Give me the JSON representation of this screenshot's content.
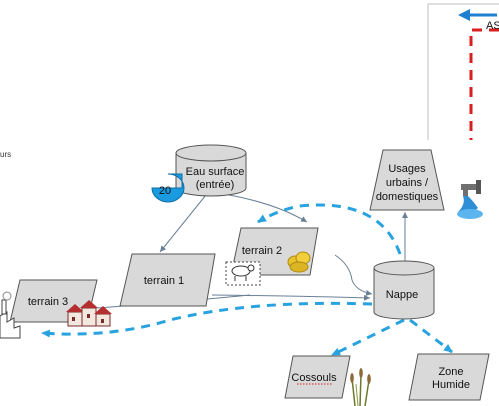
{
  "fragments": {
    "asa": "ASA",
    "left_partial": "urs"
  },
  "nodes": {
    "eau_surface_line1": "Eau surface",
    "eau_surface_line2": "(entrée)",
    "badge_value": "20",
    "usages_line1": "Usages",
    "usages_line2": "urbains /",
    "usages_line3": "domestiques",
    "terrain1": "terrain 1",
    "terrain2": "terrain 2",
    "terrain3": "terrain 3",
    "nappe": "Nappe",
    "cossouls": "Cossouls",
    "zone_humide_line1": "Zone",
    "zone_humide_line2": "Humide"
  },
  "colors": {
    "accent_blue": "#29a3e0",
    "badge_fill": "#1a9be0",
    "shape_fill": "#d9d9d9",
    "shape_stroke": "#555555",
    "connector": "#6a7f96",
    "red_dash": "#d81e1e",
    "arrow_blue": "#1f7fd0"
  },
  "icons": [
    "faucet-icon",
    "sheep-icon",
    "hay-bales-icon",
    "factory-icon",
    "village-icon",
    "reed-plant-icon"
  ]
}
